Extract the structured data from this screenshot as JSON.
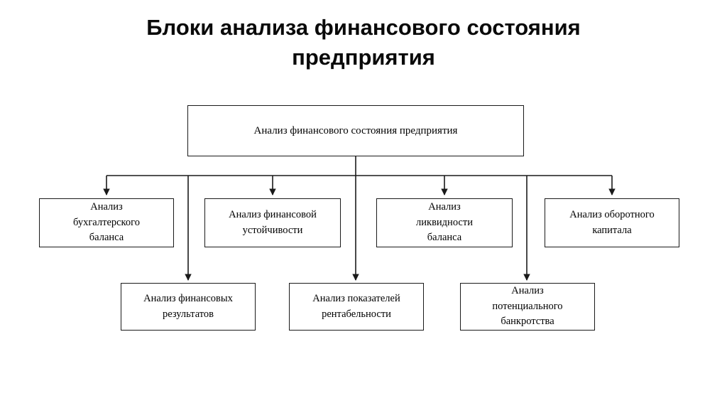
{
  "title": {
    "line1": "Блоки анализа финансового состояния",
    "line2": "предприятия",
    "full": "Блоки анализа финансового состояния предприятия"
  },
  "colors": {
    "background": "#ffffff",
    "stroke": "#1a1a1a",
    "text": "#000000",
    "title_text": "#0a0a0a"
  },
  "diagram": {
    "type": "hierarchy",
    "orientation": "top-down",
    "root": {
      "id": "root",
      "label": "Анализ финансового состояния предприятия"
    },
    "level2": [
      {
        "id": "l2-1",
        "label": "Анализ\nбухгалтерского\nбаланса"
      },
      {
        "id": "l2-2",
        "label": "Анализ финансовой\nустойчивости"
      },
      {
        "id": "l2-3",
        "label": "Анализ\nликвидности\nбаланса"
      },
      {
        "id": "l2-4",
        "label": "Анализ оборотного\nкапитала"
      }
    ],
    "level3": [
      {
        "id": "l3-1",
        "label": "Анализ финансовых\nрезультатов"
      },
      {
        "id": "l3-2",
        "label": "Анализ показателей\nрентабельности"
      },
      {
        "id": "l3-3",
        "label": "Анализ\nпотенциального\nбанкротства"
      }
    ]
  }
}
